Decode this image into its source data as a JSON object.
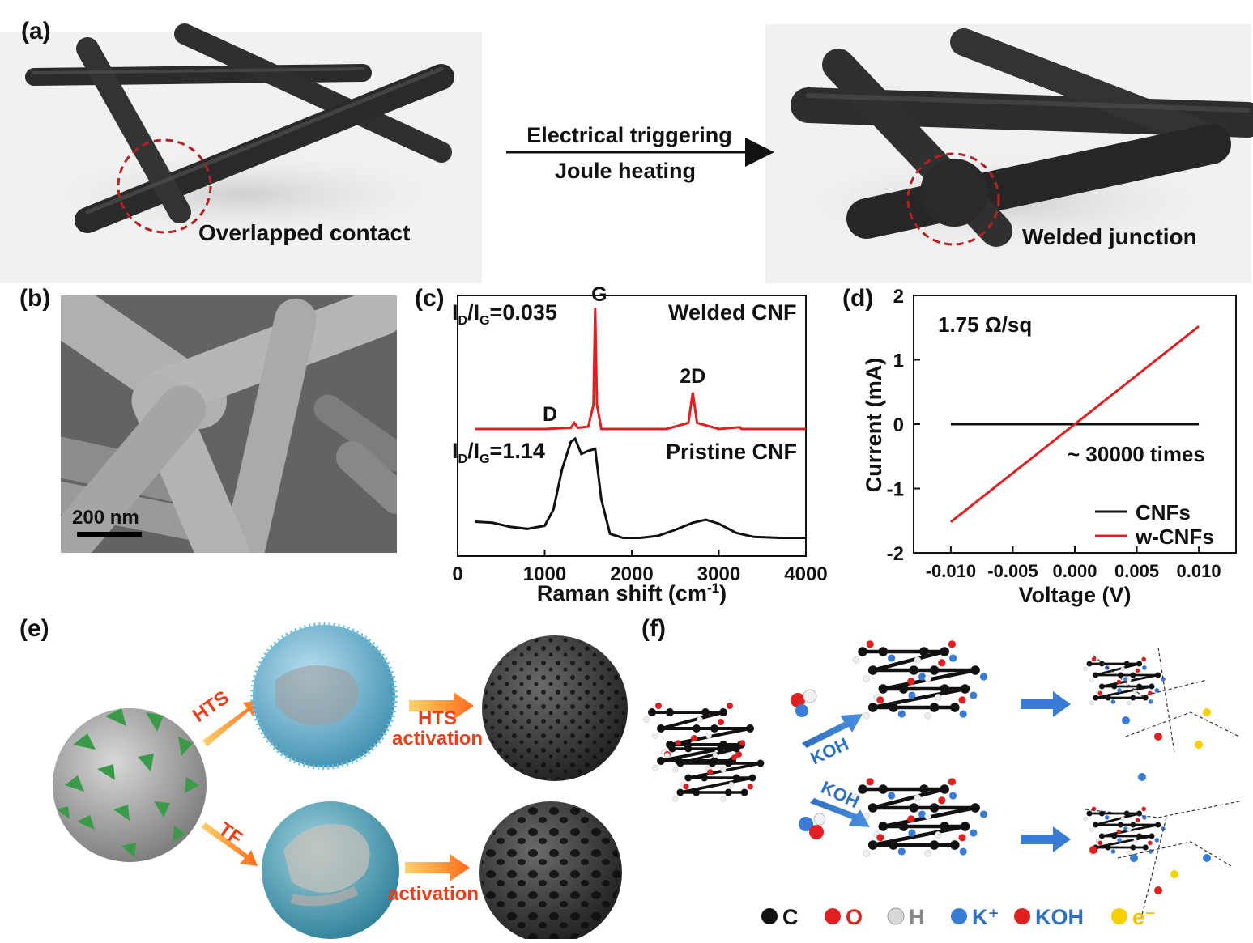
{
  "panels": {
    "a": {
      "letter": "(a)",
      "arrow_top": "Electrical triggering",
      "arrow_bottom": "Joule heating",
      "left_label": "Overlapped contact",
      "right_label": "Welded junction"
    },
    "b": {
      "letter": "(b)",
      "scalebar": "200 nm"
    },
    "c": {
      "letter": "(c)"
    },
    "d": {
      "letter": "(d)"
    },
    "e": {
      "letter": "(e)",
      "hts_arrow": "HTS",
      "tf_arrow": "TF",
      "hts_activation_1": "HTS",
      "hts_activation_2": "activation",
      "tf_activation": "activation"
    },
    "f": {
      "letter": "(f)",
      "koh_top": "KOH",
      "koh_bottom": "KOH",
      "legend": [
        {
          "symbol": "C",
          "color": "#111111"
        },
        {
          "symbol": "O",
          "color": "#e02020"
        },
        {
          "symbol": "H",
          "color": "#d8d8d8"
        },
        {
          "symbol": "K⁺",
          "color": "#3a7bd5"
        },
        {
          "symbol": "KOH",
          "color": "#e02020"
        },
        {
          "symbol": "e⁻",
          "color": "#f5d000"
        }
      ]
    }
  },
  "chart_data": [
    {
      "type": "line",
      "panel": "c",
      "xlabel": "Raman shift (cm⁻¹)",
      "ylabel": "",
      "xlim": [
        0,
        4000
      ],
      "xticks": [
        "0",
        "1000",
        "2000",
        "3000",
        "4000"
      ],
      "series": [
        {
          "name": "Welded CNF",
          "color": "#e02020",
          "ratio_label": "ID/IG=0.035",
          "peaks": [
            "D",
            "G",
            "2D"
          ],
          "x": [
            200,
            1000,
            1300,
            1340,
            1380,
            1500,
            1560,
            1580,
            1600,
            1650,
            2400,
            2650,
            2700,
            2750,
            3000,
            3240,
            3260,
            4000
          ],
          "y": [
            0.0,
            0.0,
            0.01,
            0.05,
            0.01,
            0.02,
            0.2,
            1.0,
            0.2,
            0.0,
            0.0,
            0.05,
            0.3,
            0.05,
            0.0,
            0.015,
            0.0,
            0.0
          ]
        },
        {
          "name": "Pristine CNF",
          "color": "#111111",
          "ratio_label": "ID/IG=1.14",
          "x": [
            200,
            400,
            600,
            800,
            1000,
            1100,
            1200,
            1300,
            1350,
            1420,
            1500,
            1580,
            1650,
            1750,
            1900,
            2100,
            2300,
            2500,
            2700,
            2850,
            3000,
            3200,
            3400,
            3700,
            4000
          ],
          "y": [
            0.18,
            0.17,
            0.13,
            0.11,
            0.14,
            0.3,
            0.7,
            0.97,
            1.0,
            0.85,
            0.88,
            0.9,
            0.4,
            0.06,
            0.02,
            0.02,
            0.04,
            0.1,
            0.17,
            0.2,
            0.16,
            0.07,
            0.03,
            0.02,
            0.02
          ]
        }
      ]
    },
    {
      "type": "line",
      "panel": "d",
      "xlabel": "Voltage (V)",
      "ylabel": "Current (mA)",
      "xlim": [
        -0.013,
        0.013
      ],
      "ylim": [
        -2,
        2
      ],
      "xticks": [
        -0.01,
        -0.005,
        0.0,
        0.005,
        0.01
      ],
      "xtick_labels": [
        "-0.010",
        "-0.005",
        "0.000",
        "0.005",
        "0.010"
      ],
      "yticks": [
        -2,
        -1,
        0,
        1,
        2
      ],
      "annotations": [
        "1.75 Ω/sq",
        "~ 30000 times"
      ],
      "legend_position": "bottom-right",
      "series": [
        {
          "name": "CNFs",
          "color": "#111111",
          "x": [
            -0.01,
            0.01
          ],
          "y": [
            0.0,
            0.0
          ]
        },
        {
          "name": "w-CNFs",
          "color": "#e02020",
          "x": [
            -0.01,
            0.01
          ],
          "y": [
            -1.52,
            1.52
          ]
        }
      ]
    }
  ]
}
